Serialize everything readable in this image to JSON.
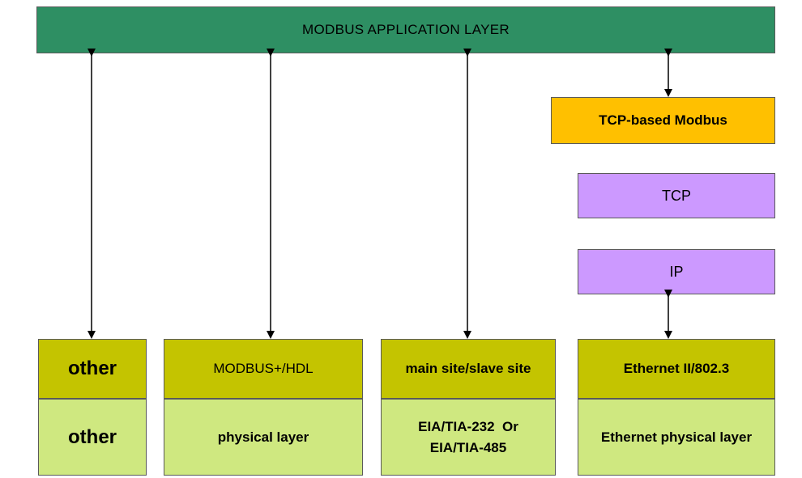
{
  "app_layer": "MODBUS APPLICATION LAYER",
  "tcp_stack": {
    "tcp_modbus": "TCP-based Modbus",
    "tcp": "TCP",
    "ip": "IP"
  },
  "columns": [
    {
      "upper": "other",
      "lower": "other"
    },
    {
      "upper": "MODBUS+/HDL",
      "lower": "physical layer"
    },
    {
      "upper": "main site/slave site",
      "lower_line1": "EIA/TIA-232  Or",
      "lower_line2": "EIA/TIA-485"
    },
    {
      "upper": "Ethernet II/802.3",
      "lower": "Ethernet physical layer"
    }
  ],
  "colors": {
    "app_layer": "#2e8f63",
    "tcp_modbus": "#ffc000",
    "tcp_ip": "#cc99ff",
    "upper_row": "#c4c400",
    "lower_row": "#cfe880"
  }
}
